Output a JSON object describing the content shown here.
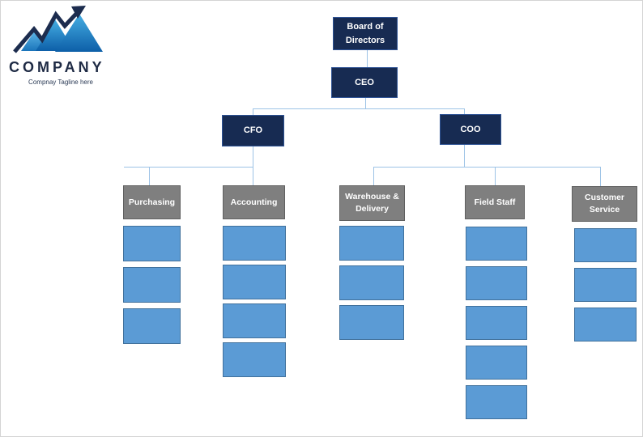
{
  "logo": {
    "name": "COMPANY",
    "tagline": "Compnay Tagline here",
    "colors": {
      "wordmark": "#1e2a44",
      "arrow": "#1c2c4e",
      "mountain_top": "#45aee3",
      "mountain_bottom": "#0d5fa8"
    }
  },
  "org_chart": {
    "nodes": [
      {
        "id": "board",
        "label": "Board of Directors",
        "type": "navy",
        "parent": null,
        "placeholders": 0
      },
      {
        "id": "ceo",
        "label": "CEO",
        "type": "navy",
        "parent": "board",
        "placeholders": 0
      },
      {
        "id": "cfo",
        "label": "CFO",
        "type": "navy",
        "parent": "ceo",
        "placeholders": 0
      },
      {
        "id": "coo",
        "label": "COO",
        "type": "navy",
        "parent": "ceo",
        "placeholders": 0
      },
      {
        "id": "purchasing",
        "label": "Purchasing",
        "type": "gray",
        "parent": "cfo",
        "placeholders": 3
      },
      {
        "id": "accounting",
        "label": "Accounting",
        "type": "gray",
        "parent": "cfo",
        "placeholders": 4
      },
      {
        "id": "warehouse",
        "label": "Warehouse & Delivery",
        "type": "gray",
        "parent": "coo",
        "placeholders": 3
      },
      {
        "id": "field-staff",
        "label": "Field Staff",
        "type": "gray",
        "parent": "coo",
        "placeholders": 5
      },
      {
        "id": "customer-service",
        "label": "Customer Service",
        "type": "gray",
        "parent": "coo",
        "placeholders": 3
      }
    ],
    "colors": {
      "executive_box": "#172b52",
      "department_box": "#7f7f7f",
      "placeholder_fill": "#5b9bd5",
      "placeholder_border": "#41719c",
      "connector": "#9dc3e6"
    }
  }
}
